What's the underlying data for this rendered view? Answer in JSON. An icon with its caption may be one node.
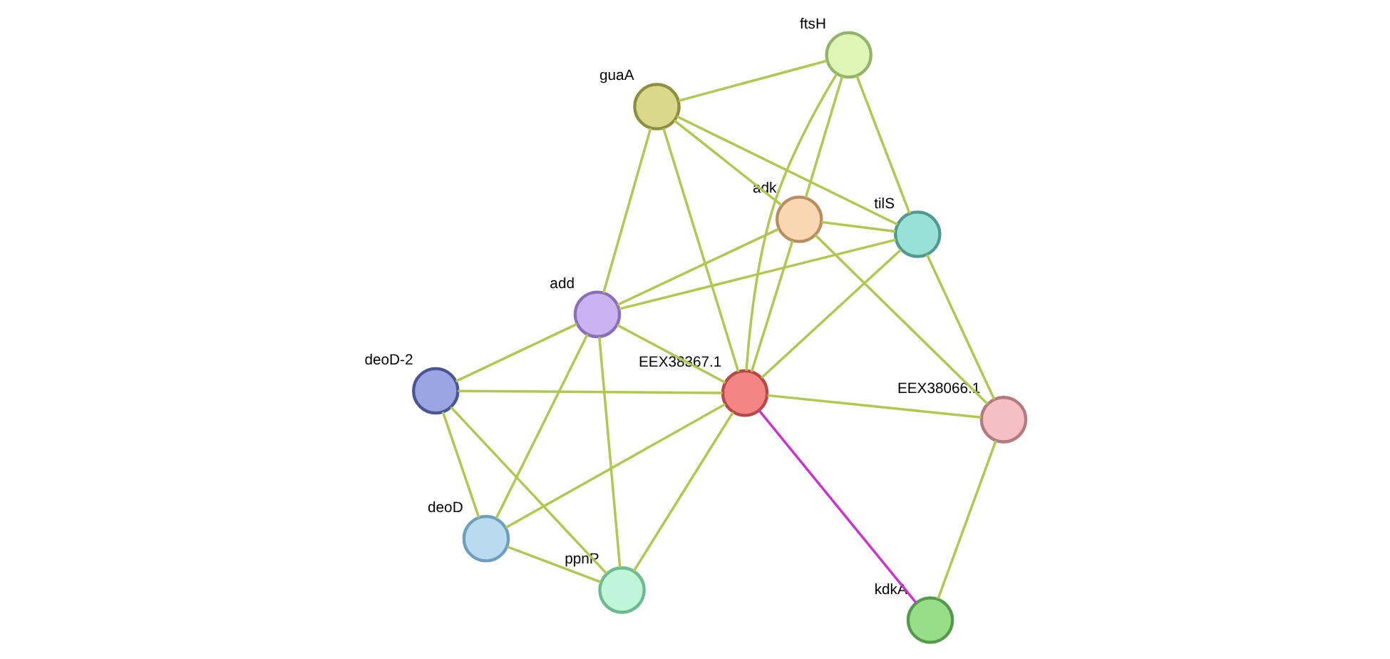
{
  "diagram": {
    "nodes": [
      {
        "text": [
          "deoD-2"
        ]
      },
      {
        "text": [
          "ppnP"
        ]
      },
      {
        "text": [
          "add"
        ]
      },
      {
        "text": [
          "deoD"
        ]
      },
      {
        "text": [
          "guaA"
        ]
      },
      {
        "text": [
          "EEX38367.1"
        ]
      },
      {
        "text": [
          "ftsH"
        ]
      },
      {
        "text": [
          "tilS"
        ]
      },
      {
        "text": [
          "adk"
        ]
      },
      {
        "text": [
          "EEX38066.1"
        ]
      },
      {
        "text": [
          "kdkA"
        ]
      }
    ],
    "edges": [
      {
        "from": 0,
        "to": 1,
        "arrow": "none"
      },
      {
        "from": 0,
        "to": 3,
        "arrow": "none"
      },
      {
        "from": 0,
        "to": 2,
        "arrow": "none"
      },
      {
        "from": 0,
        "to": 5,
        "arrow": "none"
      },
      {
        "from": 1,
        "to": 2,
        "arrow": "none"
      },
      {
        "from": 1,
        "to": 3,
        "arrow": "none"
      },
      {
        "from": 1,
        "to": 5,
        "arrow": "none"
      },
      {
        "from": 2,
        "to": 3,
        "arrow": "none"
      },
      {
        "from": 2,
        "to": 4,
        "arrow": "none"
      },
      {
        "from": 2,
        "to": 5,
        "arrow": "none"
      },
      {
        "from": 2,
        "to": 7,
        "arrow": "none"
      },
      {
        "from": 2,
        "to": 8,
        "arrow": "none"
      },
      {
        "from": 3,
        "to": 5,
        "arrow": "none"
      },
      {
        "from": 4,
        "to": 6,
        "arrow": "none"
      },
      {
        "from": 4,
        "to": 5,
        "arrow": "none"
      },
      {
        "from": 4,
        "to": 7,
        "arrow": "none"
      },
      {
        "from": 4,
        "to": 8,
        "arrow": "none"
      },
      {
        "from": 6,
        "to": 5,
        "arrow": "none"
      },
      {
        "from": 6,
        "to": 7,
        "arrow": "none"
      },
      {
        "from": 6,
        "to": 8,
        "arrow": "none"
      },
      {
        "from": 5,
        "to": 7,
        "arrow": "none"
      },
      {
        "from": 5,
        "to": 8,
        "arrow": "none"
      },
      {
        "from": 5,
        "to": 9,
        "arrow": "none"
      },
      {
        "from": 5,
        "to": 10,
        "arrow": "none",
        "color": "#cc33cc"
      },
      {
        "from": 7,
        "to": 8,
        "arrow": "none"
      },
      {
        "from": 7,
        "to": 9,
        "arrow": "none"
      },
      {
        "from": 8,
        "to": 9,
        "arrow": "none"
      },
      {
        "from": 9,
        "to": 10,
        "arrow": "none"
      }
    ]
  }
}
